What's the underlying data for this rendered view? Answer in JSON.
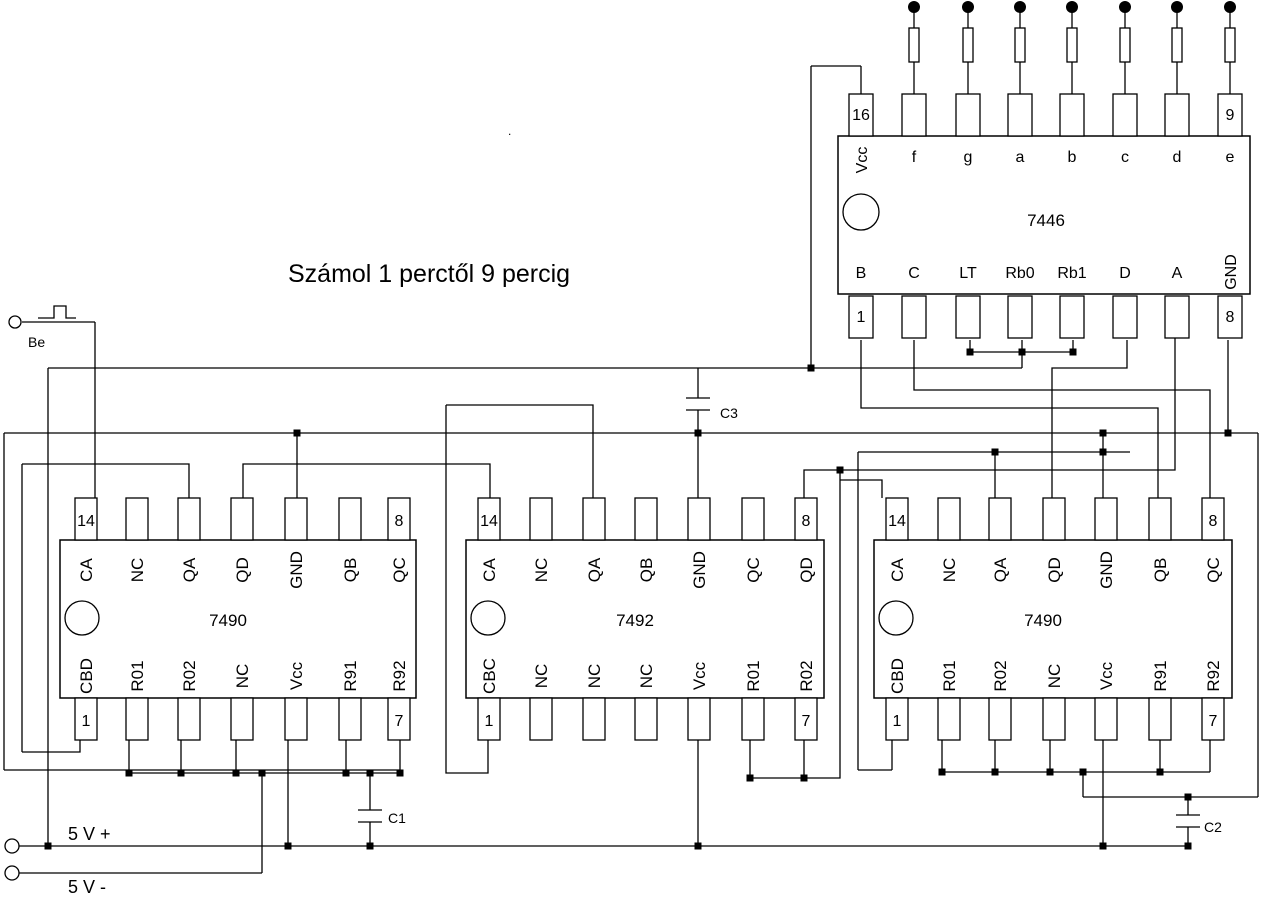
{
  "title": "Számol 1 perctől 9 percig",
  "terminals": {
    "input": "Be",
    "plus": "5 V +",
    "minus": "5 V -"
  },
  "capacitors": [
    "C1",
    "C2",
    "C3"
  ],
  "chips": [
    {
      "part": "7490",
      "top_labels": [
        "CA",
        "NC",
        "QA",
        "QD",
        "GND",
        "QB",
        "QC"
      ],
      "bottom_labels": [
        "CBD",
        "R01",
        "R02",
        "NC",
        "Vcc",
        "R91",
        "R92"
      ],
      "top_pin_numbers": [
        "14",
        "",
        "",
        "",
        "",
        "",
        "8"
      ],
      "bottom_pin_numbers": [
        "1",
        "",
        "",
        "",
        "",
        "",
        "7"
      ]
    },
    {
      "part": "7492",
      "top_labels": [
        "CA",
        "NC",
        "QA",
        "QB",
        "GND",
        "QC",
        "QD"
      ],
      "bottom_labels": [
        "CBC",
        "NC",
        "NC",
        "NC",
        "Vcc",
        "R01",
        "R02"
      ],
      "top_pin_numbers": [
        "14",
        "",
        "",
        "",
        "",
        "",
        "8"
      ],
      "bottom_pin_numbers": [
        "1",
        "",
        "",
        "",
        "",
        "",
        "7"
      ]
    },
    {
      "part": "7490",
      "top_labels": [
        "CA",
        "NC",
        "QA",
        "QD",
        "GND",
        "QB",
        "QC"
      ],
      "bottom_labels": [
        "CBD",
        "R01",
        "R02",
        "NC",
        "Vcc",
        "R91",
        "R92"
      ],
      "top_pin_numbers": [
        "14",
        "",
        "",
        "",
        "",
        "",
        "8"
      ],
      "bottom_pin_numbers": [
        "1",
        "",
        "",
        "",
        "",
        "",
        "7"
      ]
    }
  ],
  "decoder": {
    "part": "7446",
    "top_labels": [
      "Vcc",
      "f",
      "g",
      "a",
      "b",
      "c",
      "d",
      "e"
    ],
    "bottom_labels": [
      "B",
      "C",
      "LT",
      "Rb0",
      "Rb1",
      "D",
      "A",
      "GND"
    ],
    "top_pin_numbers": [
      "16",
      "",
      "",
      "",
      "",
      "",
      "",
      "9"
    ],
    "bottom_pin_numbers": [
      "1",
      "",
      "",
      "",
      "",
      "",
      "",
      "8"
    ]
  }
}
